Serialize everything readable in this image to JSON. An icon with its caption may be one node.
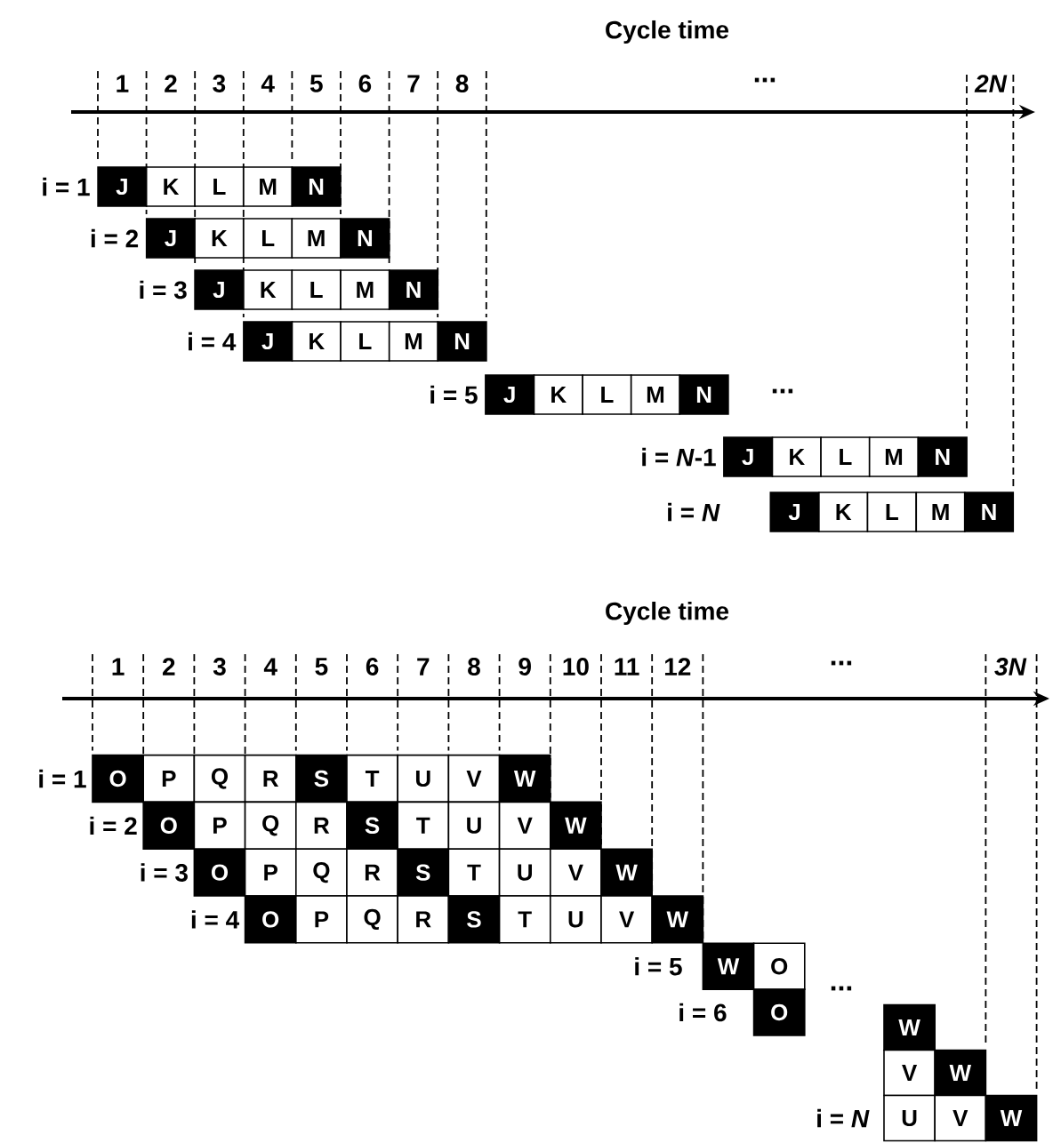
{
  "diagram": {
    "nodes": [
      {
        "text": [
          "J"
        ]
      },
      {
        "text": [
          "K"
        ]
      },
      {
        "text": [
          "L"
        ]
      },
      {
        "text": [
          "M"
        ]
      },
      {
        "text": [
          "N"
        ]
      },
      {
        "text": [
          "J"
        ]
      },
      {
        "text": [
          "K"
        ]
      },
      {
        "text": [
          "L"
        ]
      },
      {
        "text": [
          "M"
        ]
      },
      {
        "text": [
          "N"
        ]
      },
      {
        "text": [
          "J"
        ]
      },
      {
        "text": [
          "K"
        ]
      },
      {
        "text": [
          "L"
        ]
      },
      {
        "text": [
          "M"
        ]
      },
      {
        "text": [
          "N"
        ]
      },
      {
        "text": [
          "J"
        ]
      },
      {
        "text": [
          "K"
        ]
      },
      {
        "text": [
          "L"
        ]
      },
      {
        "text": [
          "M"
        ]
      },
      {
        "text": [
          "N"
        ]
      },
      {
        "text": [
          "J"
        ]
      },
      {
        "text": [
          "K"
        ]
      },
      {
        "text": [
          "L"
        ]
      },
      {
        "text": [
          "M"
        ]
      },
      {
        "text": [
          "N"
        ]
      },
      {
        "text": [
          "J"
        ]
      },
      {
        "text": [
          "K"
        ]
      },
      {
        "text": [
          "L"
        ]
      },
      {
        "text": [
          "M"
        ]
      },
      {
        "text": [
          "N"
        ]
      },
      {
        "text": [
          "J"
        ]
      },
      {
        "text": [
          "K"
        ]
      },
      {
        "text": [
          "L"
        ]
      },
      {
        "text": [
          "M"
        ]
      },
      {
        "text": [
          "N"
        ]
      },
      {
        "text": [
          "O"
        ]
      },
      {
        "text": [
          "P"
        ]
      },
      {
        "text": [
          "Q"
        ]
      },
      {
        "text": [
          "R"
        ]
      },
      {
        "text": [
          "S"
        ]
      },
      {
        "text": [
          "T"
        ]
      },
      {
        "text": [
          "U"
        ]
      },
      {
        "text": [
          "V"
        ]
      },
      {
        "text": [
          "W"
        ]
      },
      {
        "text": [
          "O"
        ]
      },
      {
        "text": [
          "P"
        ]
      },
      {
        "text": [
          "Q"
        ]
      },
      {
        "text": [
          "R"
        ]
      },
      {
        "text": [
          "S"
        ]
      },
      {
        "text": [
          "T"
        ]
      },
      {
        "text": [
          "U"
        ]
      },
      {
        "text": [
          "V"
        ]
      },
      {
        "text": [
          "W"
        ]
      },
      {
        "text": [
          "O"
        ]
      },
      {
        "text": [
          "P"
        ]
      },
      {
        "text": [
          "Q"
        ]
      },
      {
        "text": [
          "R"
        ]
      },
      {
        "text": [
          "S"
        ]
      },
      {
        "text": [
          "T"
        ]
      },
      {
        "text": [
          "U"
        ]
      },
      {
        "text": [
          "V"
        ]
      },
      {
        "text": [
          "W"
        ]
      },
      {
        "text": [
          "O"
        ]
      },
      {
        "text": [
          "P"
        ]
      },
      {
        "text": [
          "Q"
        ]
      },
      {
        "text": [
          "R"
        ]
      },
      {
        "text": [
          "S"
        ]
      },
      {
        "text": [
          "T"
        ]
      },
      {
        "text": [
          "U"
        ]
      },
      {
        "text": [
          "V"
        ]
      },
      {
        "text": [
          "W"
        ]
      },
      {
        "text": [
          "W"
        ]
      },
      {
        "text": [
          "O"
        ]
      },
      {
        "text": [
          "O"
        ]
      },
      {
        "text": [
          "W"
        ]
      },
      {
        "text": [
          "V"
        ]
      },
      {
        "text": [
          "W"
        ]
      },
      {
        "text": [
          "U"
        ]
      },
      {
        "text": [
          "V"
        ]
      },
      {
        "text": [
          "W"
        ]
      }
    ],
    "labels": [
      "Cycle time",
      "1",
      "2",
      "3",
      "4",
      "5",
      "6",
      "7",
      "8",
      "...",
      "2N",
      "i = 1",
      "i = 2",
      "i = 3",
      "i = 4",
      "i = 5",
      "...",
      "i = *N*-1",
      "i = *N*",
      "Cycle time",
      "1",
      "2",
      "3",
      "4",
      "5",
      "6",
      "7",
      "8",
      "9",
      "10",
      "11",
      "12",
      "...",
      "3N",
      "i = 1",
      "i = 2",
      "i = 3",
      "i = 4",
      "i = 5",
      "...",
      "i = 6",
      "i = *N*"
    ]
  }
}
